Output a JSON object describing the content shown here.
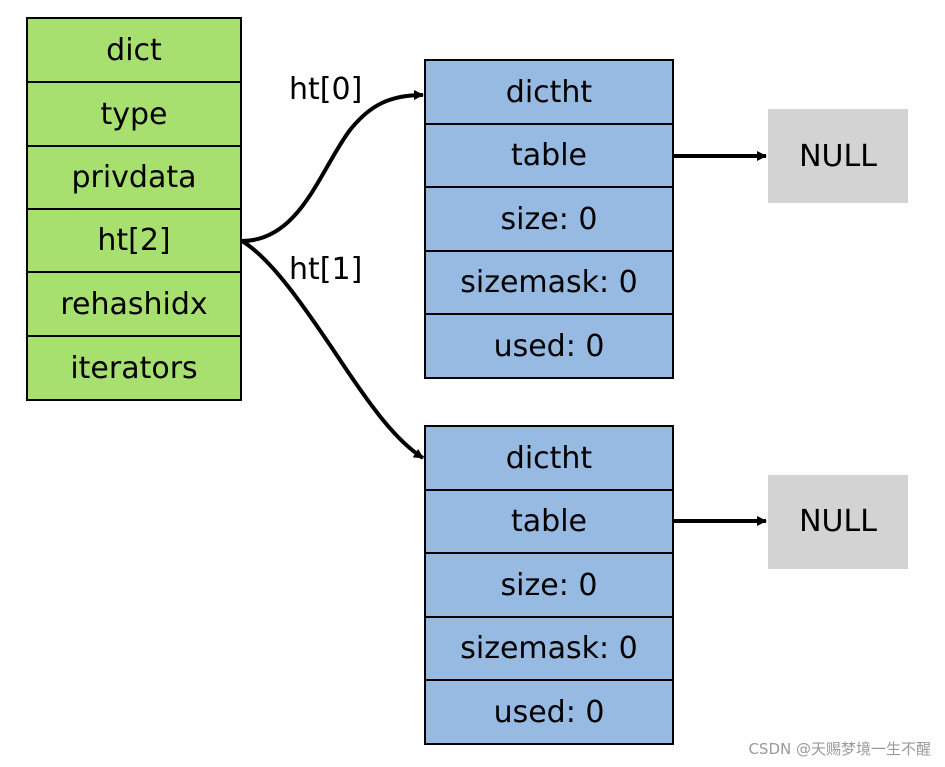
{
  "colors": {
    "dict_fill": "#a8e070",
    "dictht_fill": "#96bae1",
    "null_fill": "#d3d3d3",
    "stroke": "#000000"
  },
  "dict": {
    "rows": [
      "dict",
      "type",
      "privdata",
      "ht[2]",
      "rehashidx",
      "iterators"
    ]
  },
  "dictht_0": {
    "rows": [
      "dictht",
      "table",
      "size: 0",
      "sizemask: 0",
      "used: 0"
    ]
  },
  "dictht_1": {
    "rows": [
      "dictht",
      "table",
      "size: 0",
      "sizemask: 0",
      "used: 0"
    ]
  },
  "null_0": {
    "label": "NULL"
  },
  "null_1": {
    "label": "NULL"
  },
  "edges": {
    "ht0_label": "ht[0]",
    "ht1_label": "ht[1]"
  },
  "watermark": "CSDN @天赐梦境一生不醒"
}
